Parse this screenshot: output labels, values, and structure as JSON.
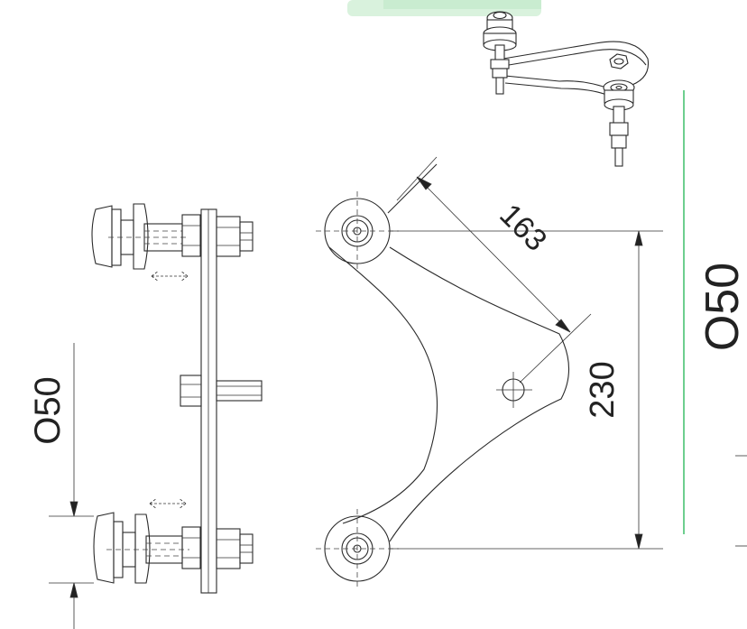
{
  "drawing": {
    "dim_arm_length": "163",
    "dim_center_distance": "230",
    "dim_left_vertical": "O50",
    "dim_right_vertical": "O50"
  },
  "colors": {
    "accent_green": "#3fbf6a",
    "tab_green": "#c9ecd0",
    "line": "#2a2a2a"
  }
}
